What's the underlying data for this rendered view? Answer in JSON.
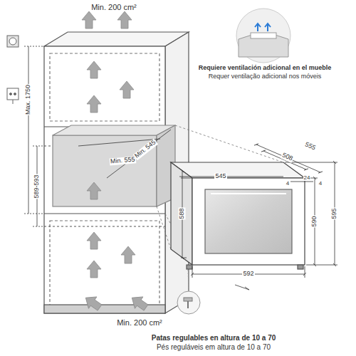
{
  "diagram": {
    "labels": [
      "Min. 200 cm²",
      "Requiere ventilación adicional en el mueble",
      "Requer ventilação adicional nos móveis",
      "Max. 1750",
      "Min. 555",
      "Min. 545",
      "555",
      "508",
      "545",
      "4",
      "24",
      "4",
      "589-593",
      "588",
      "590",
      "595",
      "592",
      "Min. 200 cm²",
      "Patas regulables en altura de 10 a 70",
      "Pés reguláveis em altura de 10 a 70"
    ]
  }
}
